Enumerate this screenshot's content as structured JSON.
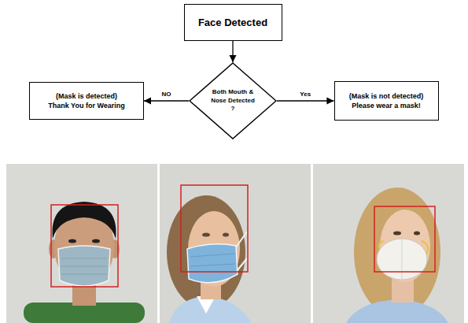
{
  "diagram": {
    "nodes": [
      {
        "text": [
          "Face Detected"
        ]
      },
      {
        "text": [
          "Both Mouth & Nose Detected ?"
        ]
      },
      {
        "text": [
          "(Mask is detected)",
          "Thank You for Wearing"
        ]
      },
      {
        "text": [
          "(Mask is not detected)",
          "Please wear a mask!"
        ]
      }
    ],
    "edges": [
      {
        "from": 0,
        "to": 1,
        "arrow": "to"
      },
      {
        "from": 1,
        "to": 2,
        "label": "NO",
        "arrow": "to"
      },
      {
        "from": 1,
        "to": 3,
        "label": "Yes",
        "arrow": "to"
      }
    ]
  }
}
